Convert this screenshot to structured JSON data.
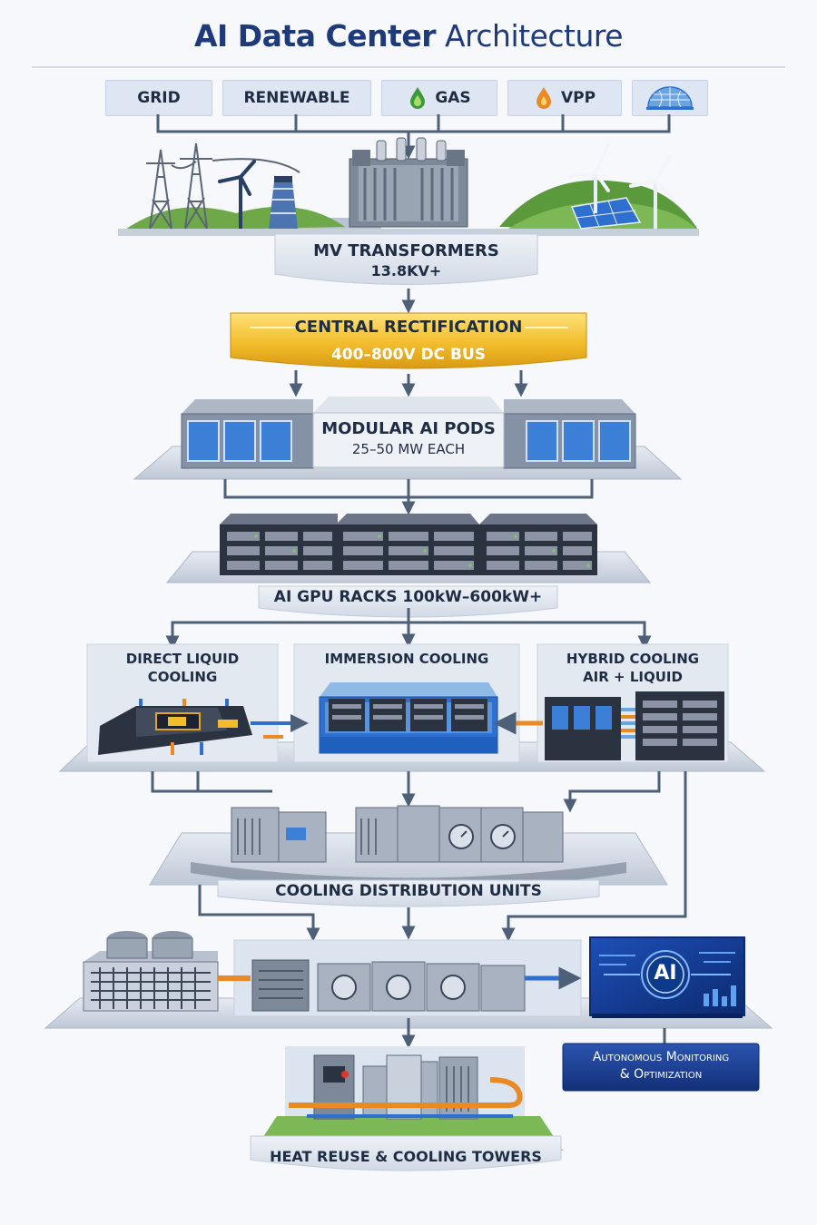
{
  "title": {
    "bold": "AI Data Center",
    "regular": "Architecture"
  },
  "sources": [
    {
      "label": "GRID",
      "icon": "power-tower-icon"
    },
    {
      "label": "RENEWABLE",
      "icon": "leaf-icon"
    },
    {
      "label": "GAS",
      "icon": "gas-drop-icon"
    },
    {
      "label": "VPP",
      "icon": "flame-drop-icon"
    },
    {
      "label": "",
      "icon": "dome-grid-icon"
    }
  ],
  "transformers": {
    "line1": "MV TRANSFORMERS",
    "line2": "13.8KV+"
  },
  "rectification": {
    "line1": "CENTRAL RECTIFICATION",
    "line2": "400–800V DC BUS"
  },
  "pods": {
    "line1": "MODULAR AI PODS",
    "line2": "25–50 MW EACH"
  },
  "racks": {
    "label": "AI GPU RACKS 100kW–600kW+"
  },
  "cooling": {
    "direct": {
      "line1": "DIRECT LIQUID",
      "line2": "COOLING"
    },
    "immersion": {
      "line1": "IMMERSION COOLING"
    },
    "hybrid": {
      "line1": "HYBRID COOLING",
      "line2": "AIR + LIQUID"
    }
  },
  "cdu": {
    "label": "COOLING DISTRIBUTION UNITS"
  },
  "monitoring": {
    "chip": "AI",
    "line1": "Autonomous Monitoring",
    "line2": "& Optimization"
  },
  "heat": {
    "label": "HEAT REUSE & COOLING TOWERS"
  },
  "colors": {
    "navy": "#1e3a7a",
    "accent_blue": "#2f6fd0",
    "gold": "#f2bd2c",
    "orange": "#e98a25",
    "panel": "#dde6f2"
  }
}
